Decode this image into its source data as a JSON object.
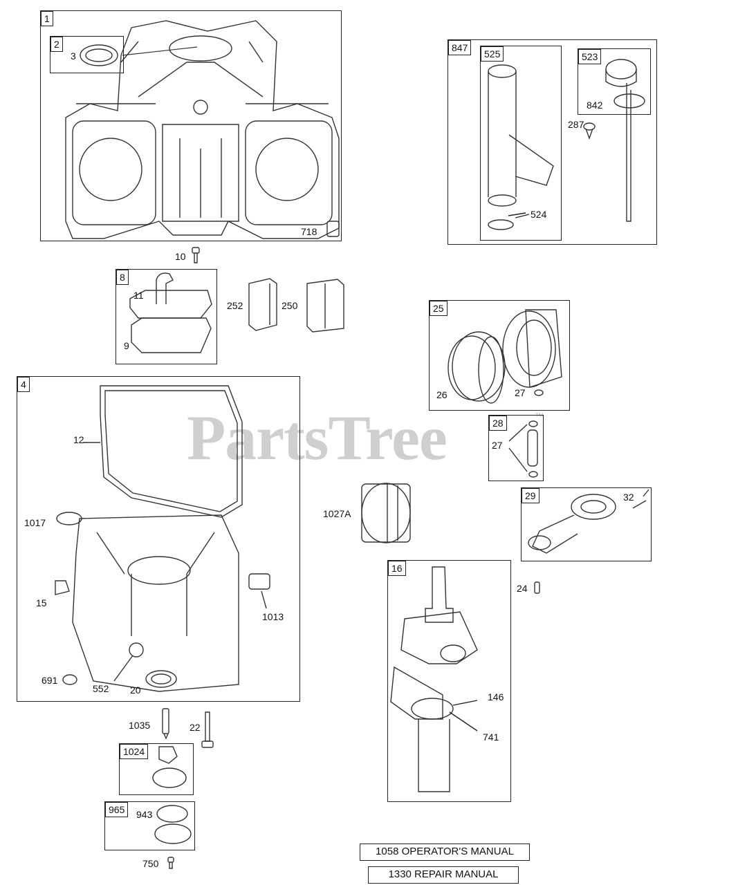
{
  "watermark": "PartsTree",
  "watermark_mark": "TM",
  "groups": {
    "g1": "1",
    "g2": "2",
    "g847": "847",
    "g525": "525",
    "g523": "523",
    "g8": "8",
    "g4": "4",
    "g25": "25",
    "g28": "28",
    "g29": "29",
    "g16": "16",
    "g1024": "1024",
    "g965": "965"
  },
  "parts": {
    "p3": "3",
    "p718": "718",
    "p10": "10",
    "p11": "11",
    "p9": "9",
    "p252": "252",
    "p250": "250",
    "p842": "842",
    "p287": "287",
    "p524": "524",
    "p26": "26",
    "p27a": "27",
    "p27b": "27",
    "p32": "32",
    "p24": "24",
    "p12": "12",
    "p1017": "1017",
    "p15": "15",
    "p1013": "1013",
    "p691": "691",
    "p552": "552",
    "p20": "20",
    "p1027A": "1027A",
    "p146": "146",
    "p741": "741",
    "p1035": "1035",
    "p22": "22",
    "p943": "943",
    "p750": "750"
  },
  "manuals": {
    "operators": "1058 OPERATOR'S MANUAL",
    "repair": "1330 REPAIR MANUAL"
  }
}
